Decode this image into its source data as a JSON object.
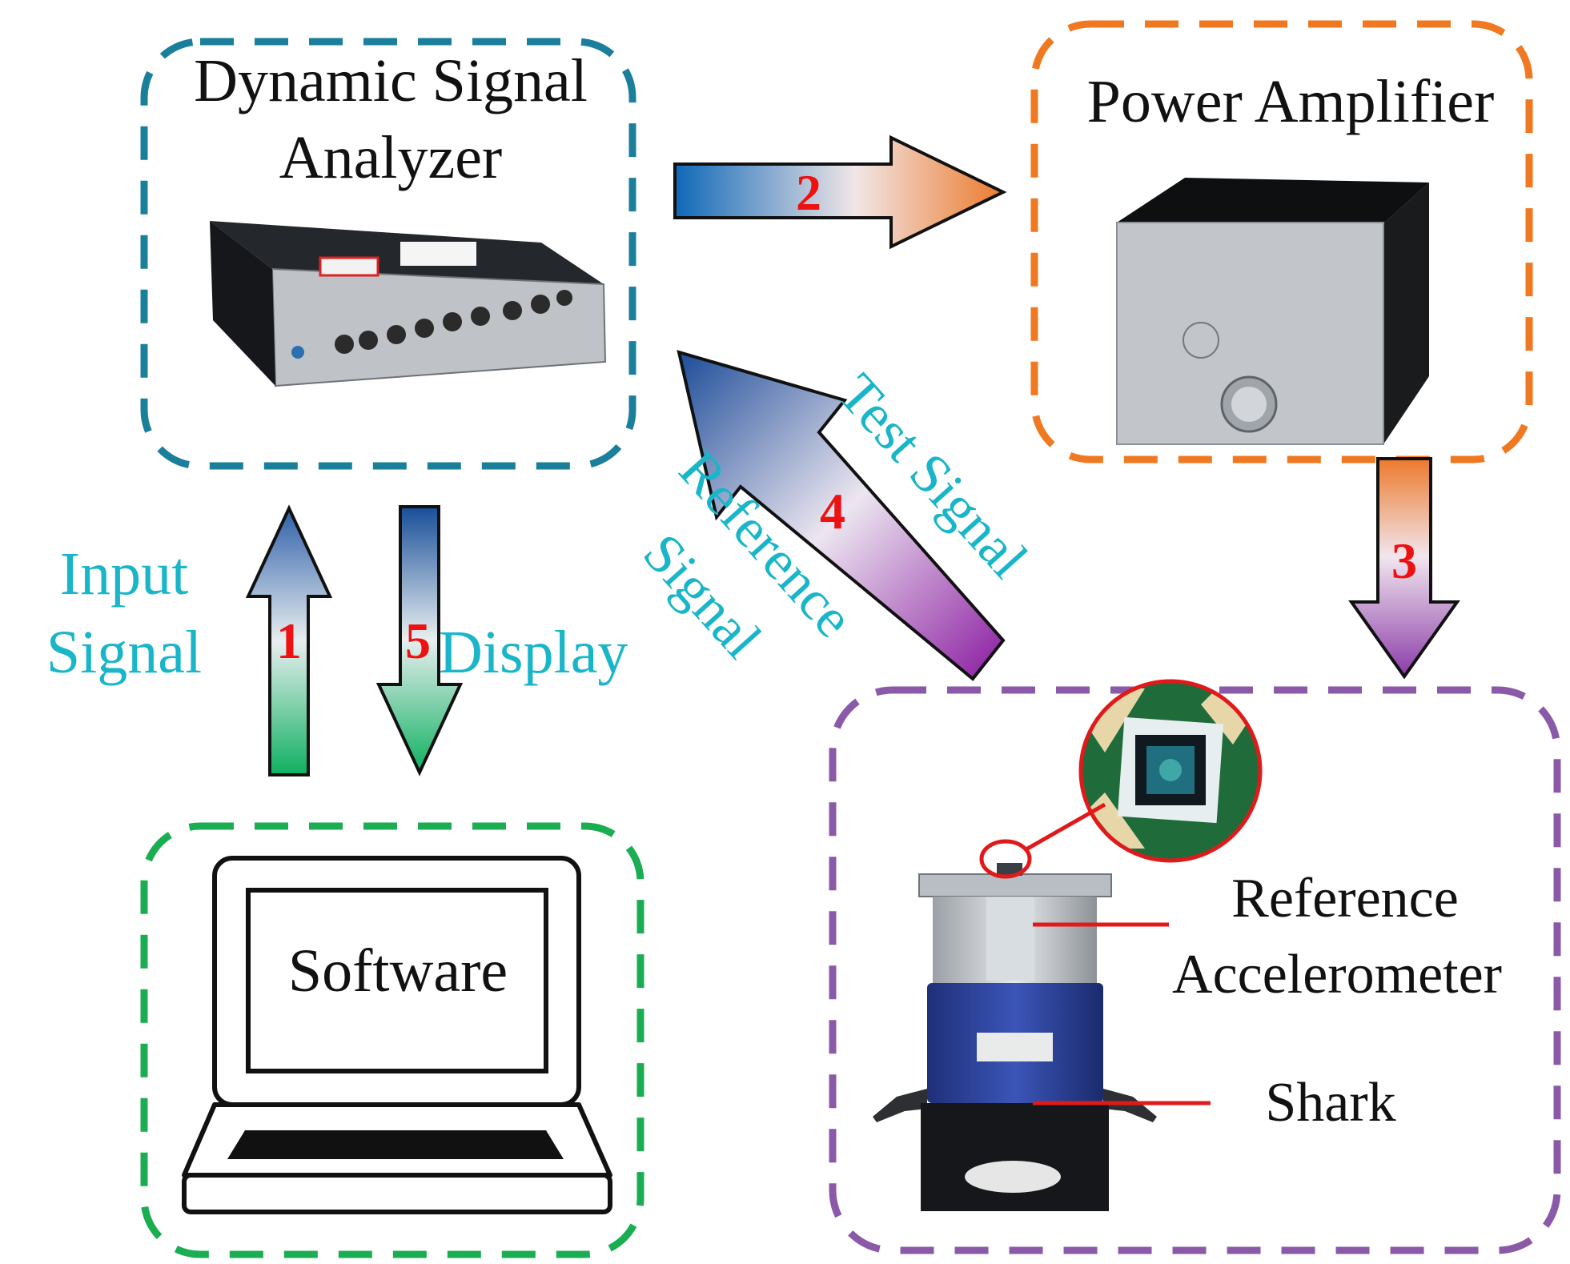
{
  "nodes": {
    "analyzer": {
      "title_line1": "Dynamic Signal",
      "title_line2": "Analyzer",
      "color": "#1a7f9a"
    },
    "amplifier": {
      "title": "Power Amplifier",
      "color": "#f07820"
    },
    "software": {
      "title": "Software",
      "color": "#1aad52"
    },
    "shaker": {
      "reference_line1": "Reference",
      "reference_line2": "Accelerometer",
      "shark_label": "Shark",
      "color": "#8a5aa8"
    }
  },
  "arrows": {
    "a1": {
      "number": "1",
      "label_line1": "Input",
      "label_line2": "Signal"
    },
    "a2": {
      "number": "2"
    },
    "a3": {
      "number": "3"
    },
    "a4": {
      "number": "4",
      "label_test": "Test Signal",
      "label_ref_line1": "Reference",
      "label_ref_line2": "Signal"
    },
    "a5": {
      "number": "5",
      "label": "Display"
    }
  },
  "colors": {
    "blue": "#0f68b8",
    "orange": "#ec7a2c",
    "purple": "#8a2aa0",
    "green": "#0eb060",
    "label_text": "#19b5c8",
    "number_text": "#ee1111",
    "pointer_red": "#e01a1a"
  }
}
